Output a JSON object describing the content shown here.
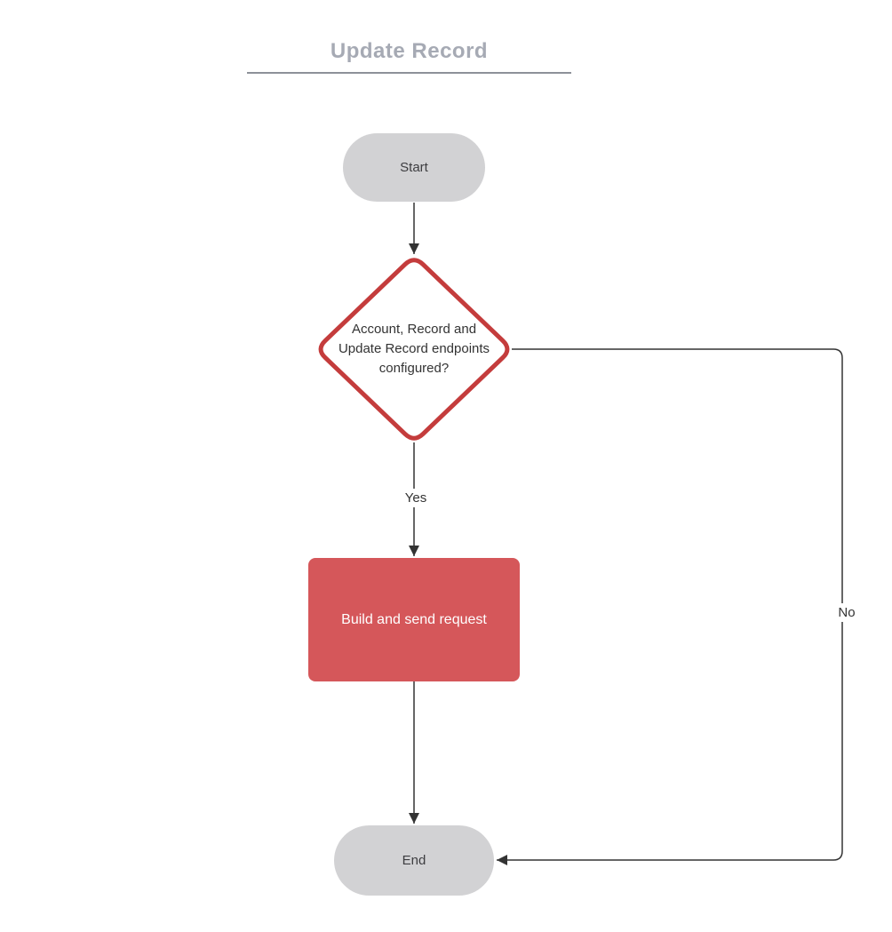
{
  "diagram": {
    "title": "Update Record",
    "nodes": {
      "start": {
        "label": "Start",
        "fill": "#d2d2d4"
      },
      "decision": {
        "lines": [
          "Account, Record and",
          "Update Record endpoints",
          "configured?"
        ],
        "fill": "#ffffff",
        "border_color": "#c43c3c"
      },
      "process": {
        "label": "Build and send request",
        "fill": "#d5575a",
        "text_color": "#ffffff"
      },
      "end": {
        "label": "End",
        "fill": "#d2d2d4"
      }
    },
    "edge_labels": {
      "yes": "Yes",
      "no": "No"
    },
    "colors": {
      "title_text": "#a6aab4",
      "title_rule": "#8d9199",
      "connector": "#333333",
      "node_text": "#3d3d40"
    }
  }
}
